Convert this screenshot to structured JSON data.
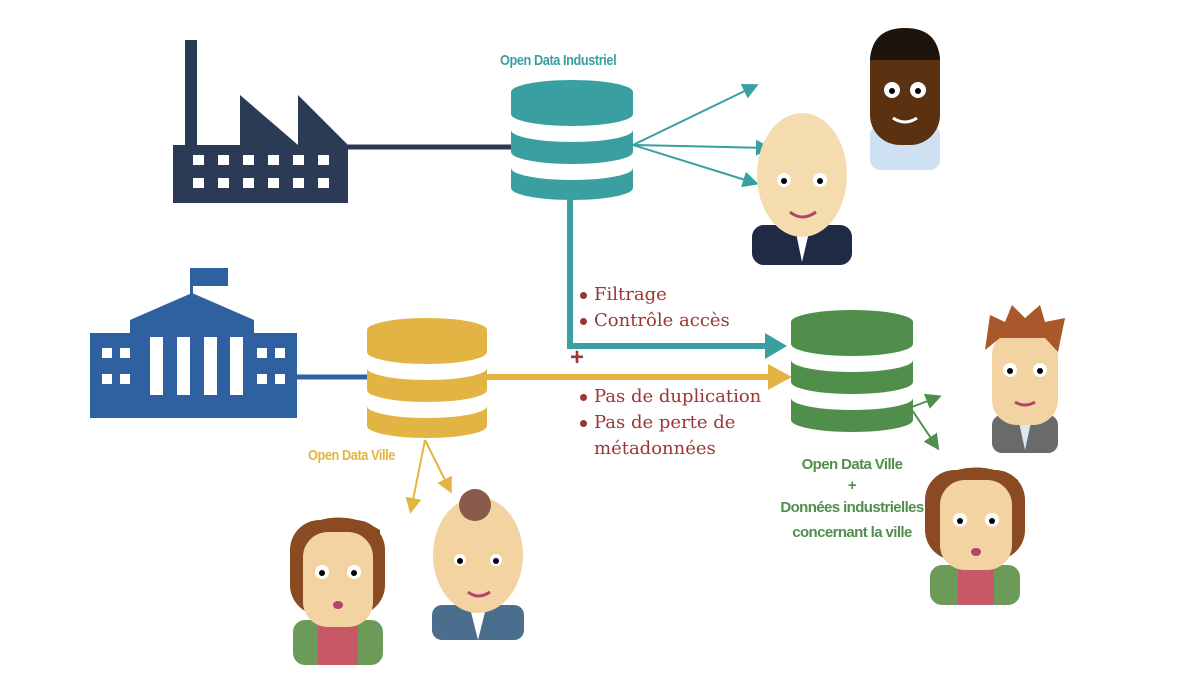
{
  "labels": {
    "industrial_db": "Open Data Industriel",
    "city_db": "Open Data Ville",
    "merged_db_line1": "Open Data Ville",
    "merged_db_plus": "+",
    "merged_db_line2": "Données industrielles",
    "merged_db_line3": "concernant la ville"
  },
  "industrial_steps": [
    "Filtrage",
    "Contrôle accès"
  ],
  "plus_sign": "+",
  "city_steps": [
    "Pas de duplication",
    "Pas de perte de",
    "métadonnées"
  ],
  "colors": {
    "industrial": "#3a9fa1",
    "city": "#e2b443",
    "merged": "#4f8f4b",
    "factory": "#2b3a55",
    "cityhall": "#2f609f",
    "bullets": "#9a3636"
  }
}
